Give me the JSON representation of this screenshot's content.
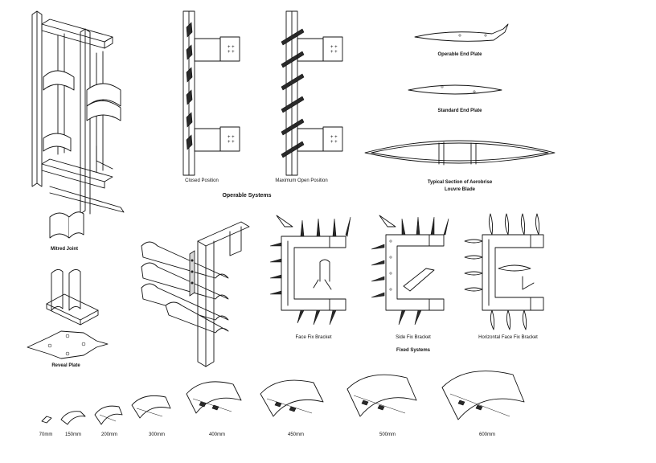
{
  "labels": {
    "closed_position": "Closed Position",
    "maximum_open_position": "Maximum Open Position",
    "operable_systems": "Operable Systems",
    "operable_end_plate": "Operable End Plate",
    "standard_end_plate": "Standard End Plate",
    "typical_section_line1": "Typical Section of Aerobrise",
    "typical_section_line2": "Louvre Blade",
    "mitred_joint": "Mitred Joint",
    "reveal_plate": "Reveal Plate",
    "face_fix_bracket": "Face Fix Bracket",
    "side_fix_bracket": "Side Fix Bracket",
    "horizontal_face_fix_bracket": "Horizontal Face Fix Bracket",
    "fixed_systems": "Fixed Systems"
  },
  "blade_sizes": [
    "70mm",
    "150mm",
    "200mm",
    "300mm",
    "400mm",
    "450mm",
    "500mm",
    "600mm"
  ]
}
